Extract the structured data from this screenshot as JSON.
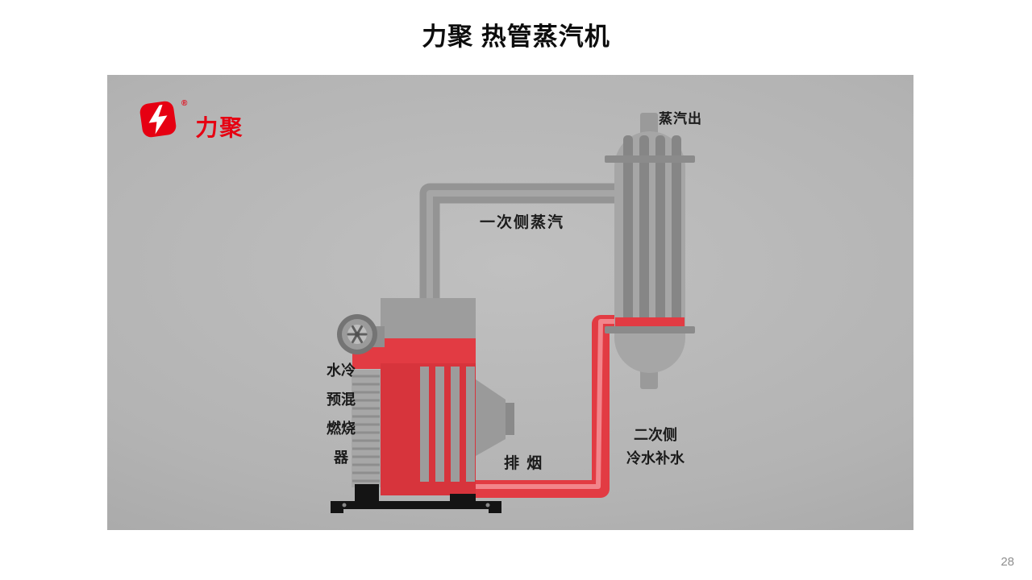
{
  "slide": {
    "title": "力聚 热管蒸汽机",
    "page_number": "28"
  },
  "logo": {
    "brand": "力聚",
    "registered": "®"
  },
  "diagram": {
    "labels": {
      "steam_out": "蒸汽出",
      "primary_side_steam": "一次侧蒸汽",
      "water_cooled_premix_burner": "水冷\n预混\n燃烧\n器",
      "exhaust": "排 烟",
      "secondary_side_water": "二次侧\n冷水补水"
    },
    "colors": {
      "panel_background": "#b3b3b3",
      "hot_red": "#e23b43",
      "hot_red_deep": "#d7343c",
      "metal_gray": "#9d9d9d",
      "pipe_gray": "#949494",
      "dark_base": "#141414",
      "brand_red": "#e60012"
    }
  }
}
